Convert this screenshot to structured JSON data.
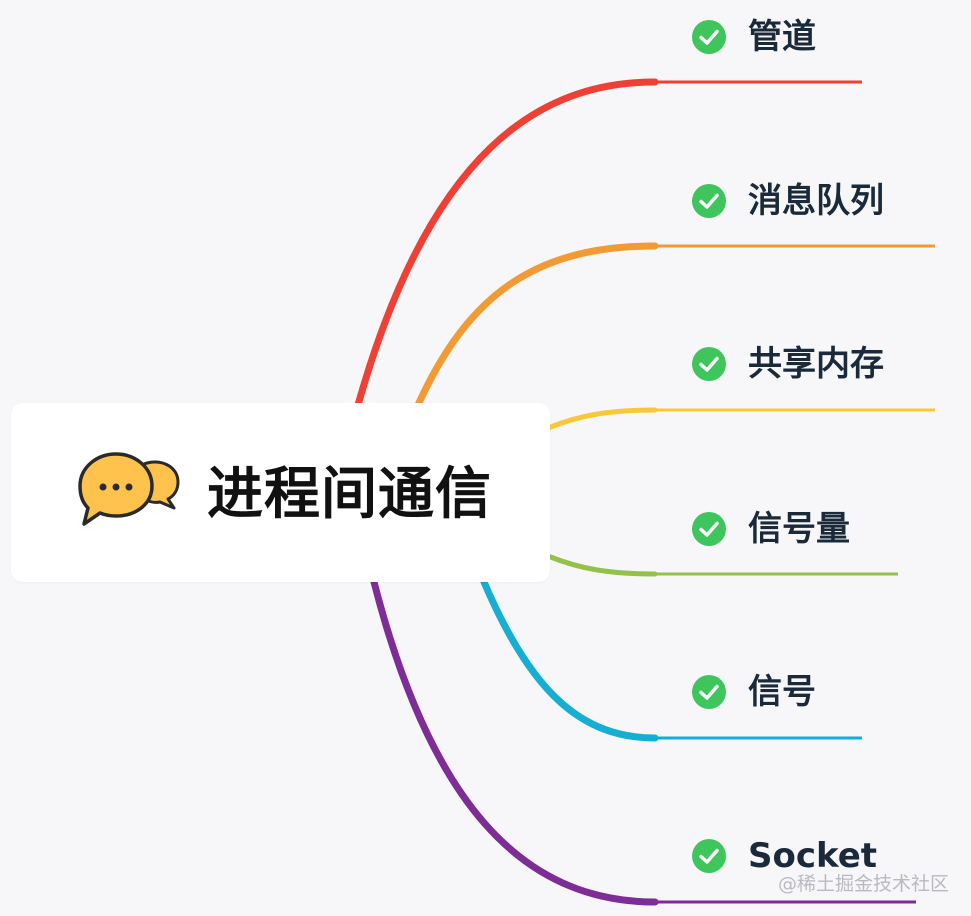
{
  "root": {
    "title": "进程间通信",
    "icon": "chat-bubbles-icon"
  },
  "branches": [
    {
      "label": "管道",
      "color": "#ee4035",
      "icon": "check-circle-icon"
    },
    {
      "label": "消息队列",
      "color": "#f29a33",
      "icon": "check-circle-icon"
    },
    {
      "label": "共享内存",
      "color": "#f9c83a",
      "icon": "check-circle-icon"
    },
    {
      "label": "信号量",
      "color": "#93c14a",
      "icon": "check-circle-icon"
    },
    {
      "label": "信号",
      "color": "#16aed3",
      "icon": "check-circle-icon"
    },
    {
      "label": "Socket",
      "color": "#7e2c96",
      "icon": "check-circle-icon"
    }
  ],
  "check_color": "#3ec55b",
  "watermark": "@稀土掘金技术社区"
}
